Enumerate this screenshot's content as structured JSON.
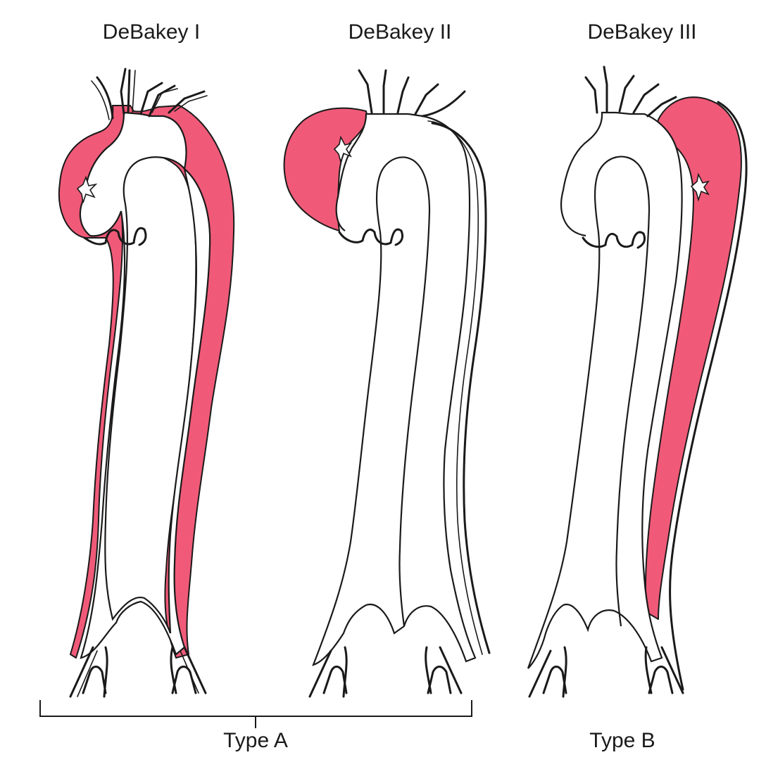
{
  "labels": {
    "debakey_1": "DeBakey I",
    "debakey_2": "DeBakey II",
    "debakey_3": "DeBakey III",
    "type_a": "Type A",
    "type_b": "Type B"
  },
  "colors": {
    "false_lumen": "#f05a78",
    "outline": "#1a1a1a",
    "background": "#ffffff"
  }
}
